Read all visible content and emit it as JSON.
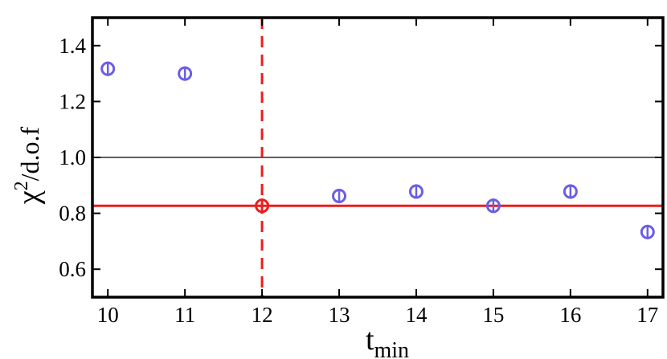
{
  "chart_data": {
    "type": "scatter",
    "xlabel_main": "t",
    "xlabel_sub": "min",
    "ylabel_main": "χ",
    "ylabel_sup": "2",
    "ylabel_rest": "/d.o.f",
    "xlim": [
      9.8,
      17.2
    ],
    "ylim": [
      0.5,
      1.5
    ],
    "xticks": [
      10,
      11,
      12,
      13,
      14,
      15,
      16,
      17
    ],
    "xtick_labels": [
      "10",
      "11",
      "12",
      "13",
      "14",
      "15",
      "16",
      "17"
    ],
    "yticks": [
      0.6,
      0.8,
      1.0,
      1.2,
      1.4
    ],
    "ytick_labels": [
      "0.6",
      "0.8",
      "1.0",
      "1.2",
      "1.4"
    ],
    "grid": false,
    "series": [
      {
        "color": "#6a5de6",
        "points": [
          {
            "x": 10,
            "y": 1.317
          },
          {
            "x": 11,
            "y": 1.3
          },
          {
            "x": 13,
            "y": 0.862
          },
          {
            "x": 14,
            "y": 0.878
          },
          {
            "x": 15,
            "y": 0.827
          },
          {
            "x": 16,
            "y": 0.878
          },
          {
            "x": 17,
            "y": 0.733
          }
        ]
      },
      {
        "color": "#ee1c1c",
        "points": [
          {
            "x": 12,
            "y": 0.827
          }
        ]
      }
    ],
    "reference_lines": [
      {
        "orientation": "horizontal",
        "value": 1.0,
        "color": "#000000",
        "style": "solid"
      },
      {
        "orientation": "horizontal",
        "value": 0.827,
        "color": "#ee1c1c",
        "style": "solid"
      },
      {
        "orientation": "vertical",
        "value": 12,
        "color": "#ee1c1c",
        "style": "dashed"
      }
    ]
  }
}
